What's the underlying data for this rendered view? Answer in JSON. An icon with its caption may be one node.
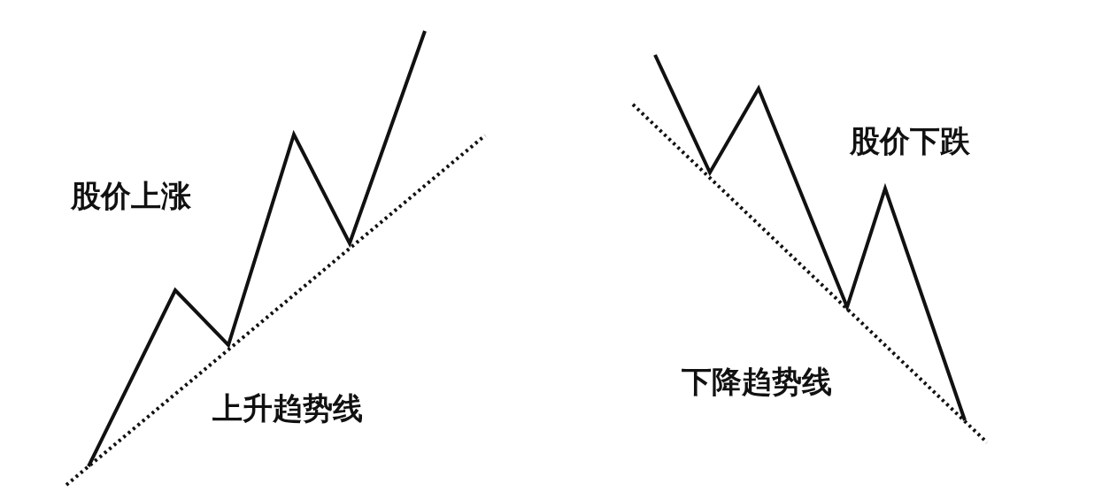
{
  "diagram": {
    "labels": [
      "股价上涨",
      "上升趋势线",
      "股价下跌",
      "下降趋势线"
    ]
  }
}
